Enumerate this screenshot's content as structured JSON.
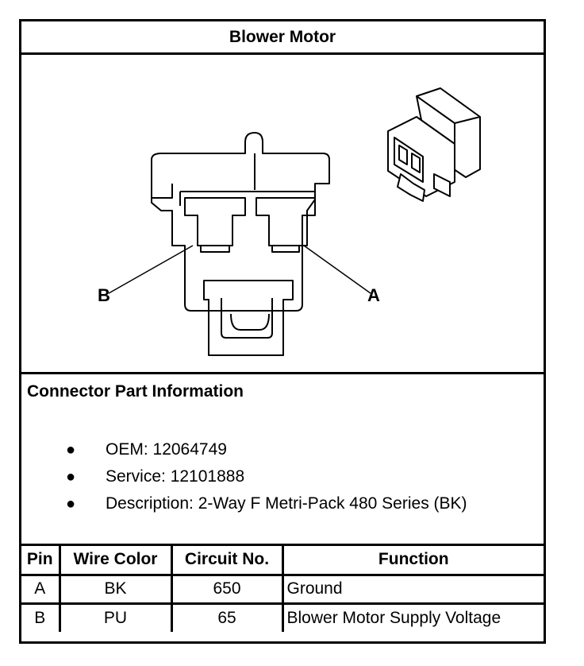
{
  "title": "Blower Motor",
  "diagram": {
    "label_a": "A",
    "label_b": "B"
  },
  "connector_info": {
    "heading": "Connector Part Information",
    "items": [
      {
        "label": "OEM:",
        "value": "12064749"
      },
      {
        "label": "Service:",
        "value": "12101888"
      },
      {
        "label": "Description:",
        "value": "2-Way F Metri-Pack 480 Series (BK)"
      }
    ]
  },
  "pin_table": {
    "headers": [
      "Pin",
      "Wire Color",
      "Circuit No.",
      "Function"
    ],
    "rows": [
      {
        "pin": "A",
        "wire_color": "BK",
        "circuit": "650",
        "function": "Ground"
      },
      {
        "pin": "B",
        "wire_color": "PU",
        "circuit": "65",
        "function": "Blower Motor Supply Voltage"
      }
    ]
  }
}
